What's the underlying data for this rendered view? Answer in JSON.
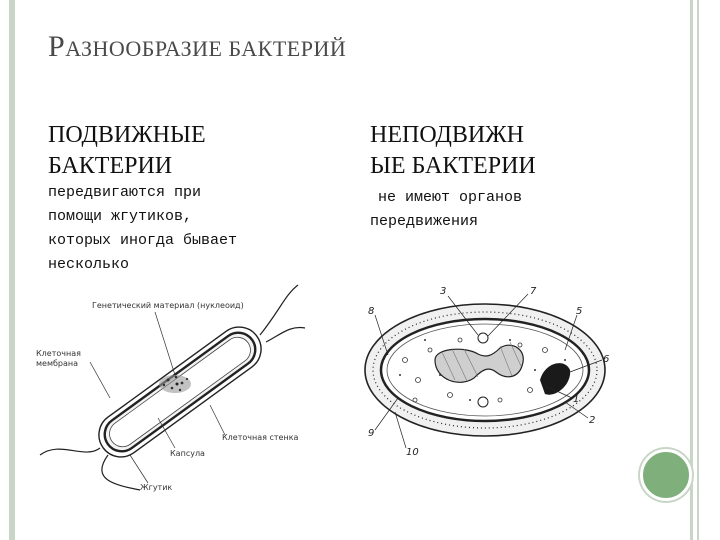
{
  "slide": {
    "title_first_letter": "Р",
    "title_rest": "АЗНООБРАЗИЕ БАКТЕРИЙ"
  },
  "left": {
    "heading_line1": "ПОДВИЖНЫЕ",
    "heading_line2": "БАКТЕРИИ",
    "text_line1": "передвигаются при",
    "text_line2": "помощи жгутиков,",
    "text_line3": "которых иногда бывает",
    "text_line4": "несколько",
    "figure_labels": {
      "nucleoid": "Генетический материал (нуклеоид)",
      "membrane_line1": "Клеточная",
      "membrane_line2": "мембрана",
      "wall": "Клеточная стенка",
      "capsule": "Капсула",
      "flagellum": "Жгутик"
    }
  },
  "right": {
    "heading_line1": "НЕПОДВИЖН",
    "heading_line2": "ЫЕ БАКТЕРИИ",
    "text_line1": "не имеют органов",
    "text_line2": "передвижения",
    "figure_numbers": [
      "3",
      "7",
      "8",
      "5",
      "6",
      "1",
      "2",
      "9",
      "10"
    ]
  },
  "colors": {
    "frame": "#c9d6c7",
    "badge": "#7fb07b",
    "title": "#4a4a4a"
  }
}
